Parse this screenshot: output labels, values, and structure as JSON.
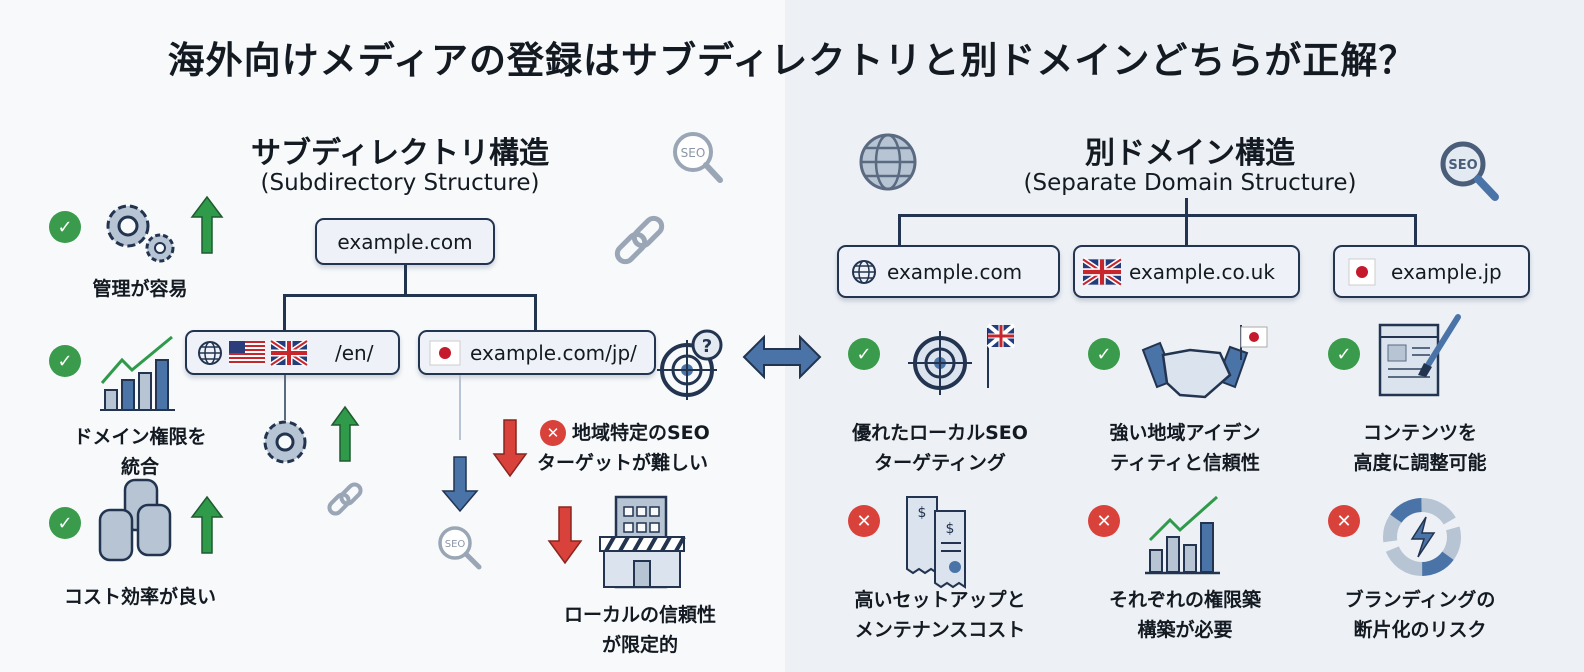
{
  "title": "海外向けメディアの登録はサブディレクトリと別ドメインどちらが正解？",
  "colors": {
    "check": "#3a9b4c",
    "cross": "#d9423b",
    "navy": "#22344f",
    "blue": "#4a74a8",
    "up_arrow": "#2f9a4a",
    "down_arrow": "#d9423b"
  },
  "left": {
    "heading": "サブディレクトリ構造",
    "subheading": "(Subdirectory Structure)",
    "root": "example.com",
    "children": [
      {
        "label": "/en/",
        "icons": [
          "globe-icon",
          "us-flag-icon",
          "uk-flag-icon"
        ]
      },
      {
        "label": "example.com/jp/",
        "icons": [
          "jp-flag-icon"
        ]
      }
    ],
    "pros": [
      {
        "label": "管理が容易",
        "icon": "gears-icon"
      },
      {
        "label": "ドメイン権限を\n統合",
        "icon": "growth-chart-icon"
      },
      {
        "label": "コスト効率が良い",
        "icon": "coins-icon"
      }
    ],
    "cons": [
      {
        "line1": "地域特定のSEO",
        "line2": "ターゲットが難しい",
        "icon": "target-question-icon"
      },
      {
        "line1": "ローカルの信頼性",
        "line2": "が限定的",
        "icon": "building-icon"
      }
    ],
    "seo_badge": "SEO"
  },
  "right": {
    "heading": "別ドメイン構造",
    "subheading": "(Separate Domain Structure)",
    "domains": [
      {
        "label": "example.com",
        "icon": "globe-icon"
      },
      {
        "label": "example.co.uk",
        "icon": "uk-flag-icon"
      },
      {
        "label": "example.jp",
        "icon": "jp-flag-icon"
      }
    ],
    "pros": [
      {
        "line1": "優れたローカルSEO",
        "line2": "ターゲティング"
      },
      {
        "line1": "強い地域アイデン",
        "line2": "ティティと信頼性"
      },
      {
        "line1": "コンテンツを",
        "line2": "高度に調整可能"
      }
    ],
    "cons": [
      {
        "line1": "高いセットアップと",
        "line2": "メンテナンスコスト"
      },
      {
        "line1": "それぞれの権限築",
        "line2": "構築が必要"
      },
      {
        "line1": "ブランディングの",
        "line2": "断片化のリスク"
      }
    ],
    "seo_badge": "SEO"
  }
}
